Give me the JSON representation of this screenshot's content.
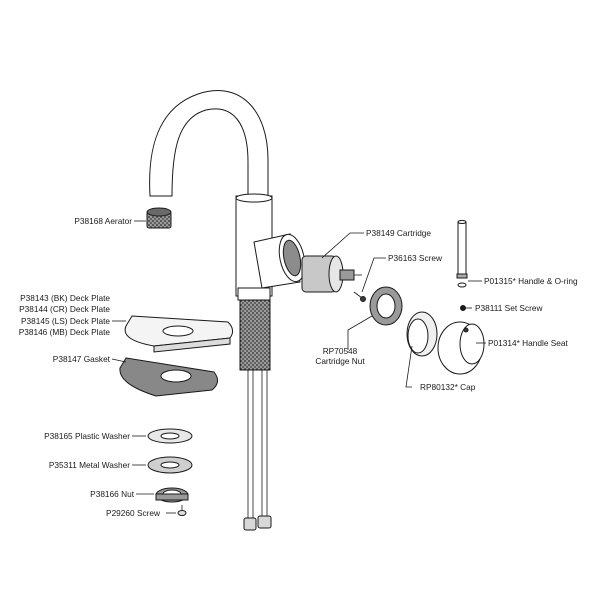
{
  "labels": {
    "aerator": "P38168 Aerator",
    "cartridge": "P38149 Cartridge",
    "screw": "P36163 Screw",
    "handle_oring": "P01315* Handle & O-ring",
    "set_screw": "P38111 Set Screw",
    "handle_seat": "P01314* Handle Seat",
    "cartridge_nut_1": "RP70548",
    "cartridge_nut_2": "Cartridge Nut",
    "cap": "RP80132* Cap",
    "deck_bk": "P38143 (BK) Deck Plate",
    "deck_cr": "P38144 (CR) Deck Plate",
    "deck_ls": "P38145 (LS) Deck Plate",
    "deck_mb": "P38146 (MB) Deck Plate",
    "gasket": "P38147 Gasket",
    "plastic_washer": "P38165 Plastic Washer",
    "metal_washer": "P35311 Metal Washer",
    "nut": "P38166 Nut",
    "screw_p29260": "P29260 Screw"
  }
}
